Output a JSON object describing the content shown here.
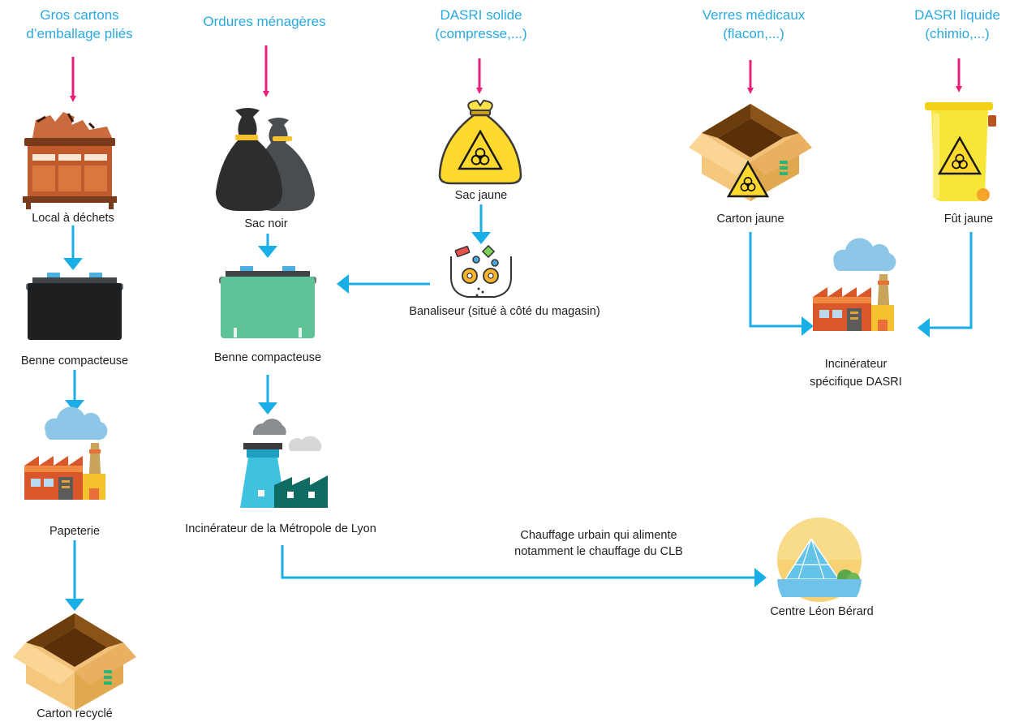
{
  "colors": {
    "header_text": "#29a9e0",
    "pink_arrow": "#e8207a",
    "blue_arrow": "#19aee6",
    "label_text": "#1e1e1e"
  },
  "sources": {
    "cardboard": [
      "Gros cartons",
      "d’emballage pliés"
    ],
    "household": [
      "Ordures ménagères"
    ],
    "dasri_solid": [
      "DASRI solide",
      "(compresse,...)"
    ],
    "medical_glass": [
      "Verres médicaux",
      "(flacon,...)"
    ],
    "dasri_liquid": [
      "DASRI liquide",
      "(chimio,...)"
    ]
  },
  "nodes": {
    "waste_room": "Local à déchets",
    "compactor_1": "Benne compacteuse",
    "paper_mill": "Papeterie",
    "recycled_box": "Carton recyclé",
    "black_bag": "Sac noir",
    "compactor_2": "Benne compacteuse",
    "metro_incinerator": "Incinérateur de la Métropole de Lyon",
    "yellow_bag": "Sac jaune",
    "trivializer": "Banaliseur (situé à côté du magasin)",
    "yellow_box": "Carton jaune",
    "yellow_drum": "Fût jaune",
    "dasri_incinerator": [
      "Incinérateur",
      "spécifique DASRI"
    ],
    "hospital": "Centre Léon Bérard"
  },
  "edges": {
    "district_heating": [
      "Chauffage urbain qui alimente",
      "notamment le chauffage du CLB"
    ]
  },
  "icons": [
    "factory-icon",
    "garbage-bag-icon",
    "biohazard-bag-icon",
    "cardboard-box-icon",
    "dumpster-icon",
    "shredder-icon",
    "drum-icon",
    "incinerator-icon",
    "building-icon"
  ]
}
